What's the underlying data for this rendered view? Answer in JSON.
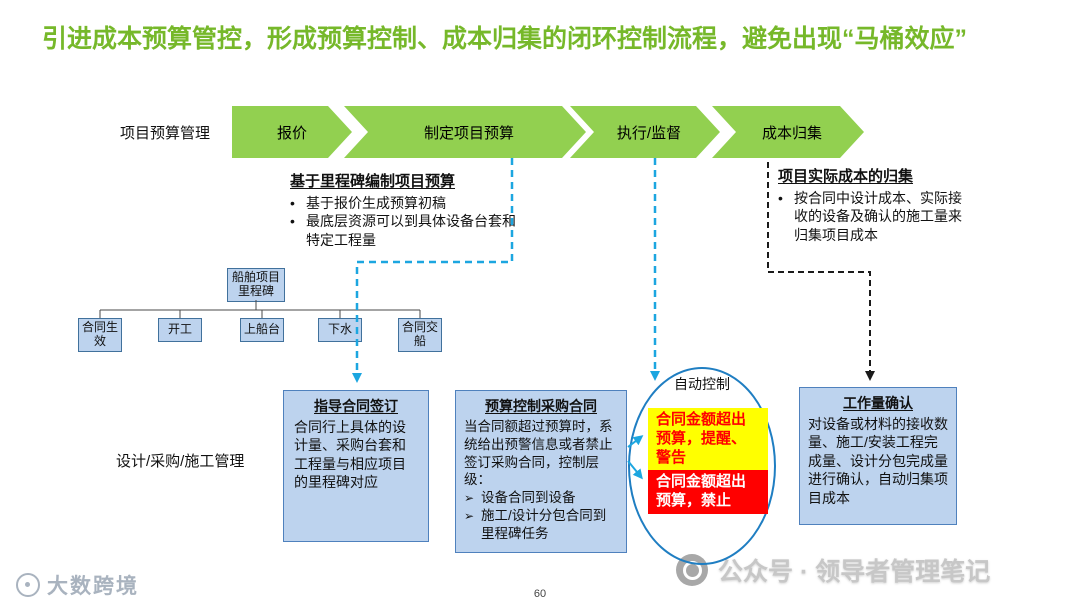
{
  "title": "引进成本预算管控，形成预算控制、成本归集的闭环控制流程，避免出现“马桶效应”",
  "lane_labels": {
    "top": "项目预算管理",
    "bottom": "设计/采购/施工管理"
  },
  "process_arrows": [
    "报价",
    "制定项目预算",
    "执行/监督",
    "成本归集"
  ],
  "budget_note": {
    "title": "基于里程碑编制项目预算",
    "bullets": [
      "基于报价生成预算初稿",
      "最底层资源可以到具体设备台套和特定工程量"
    ]
  },
  "cost_note": {
    "title": "项目实际成本的归集",
    "bullets": [
      "按合同中设计成本、实际接收的设备及确认的施工量来归集项目成本"
    ]
  },
  "milestone_tree": {
    "root": "船舶项目里程碑",
    "items": [
      "合同生效",
      "开工",
      "上船台",
      "下水",
      "合同交船"
    ]
  },
  "contract_box": {
    "title": "指导合同签订",
    "body": "合同行上具体的设计量、采购台套和工程量与相应项目的里程碑对应"
  },
  "budget_control_box": {
    "title": "预算控制采购合同",
    "body": "当合同额超过预算时，系统给出预警信息或者禁止签订采购合同，控制层级：",
    "bullets": [
      "设备合同到设备",
      "施工/设计分包合同到里程碑任务"
    ]
  },
  "auto_control": {
    "label": "自动控制",
    "warning_box": "合同金额超出预算，提醒、警告",
    "forbid_box": "合同金额超出预算，禁止"
  },
  "workload_box": {
    "title": "工作量确认",
    "body": "对设备或材料的接收数量、施工/安装工程完成量、设计分包完成量进行确认，自动归集项目成本"
  },
  "footer": {
    "page_number": "60",
    "watermark_left": "大数跨境",
    "watermark_right": "公众号 · 领导者管理笔记"
  },
  "colors": {
    "title_green": "#76B82A",
    "arrow_green": "#92D050",
    "box_blue_fill": "#BDD3EE",
    "box_blue_border": "#4F81BD",
    "dashed_blue": "#1CA6E0",
    "warning_yellow": "#FFFF00",
    "warning_text_red": "#FF0000",
    "forbid_red": "#FF0000"
  }
}
